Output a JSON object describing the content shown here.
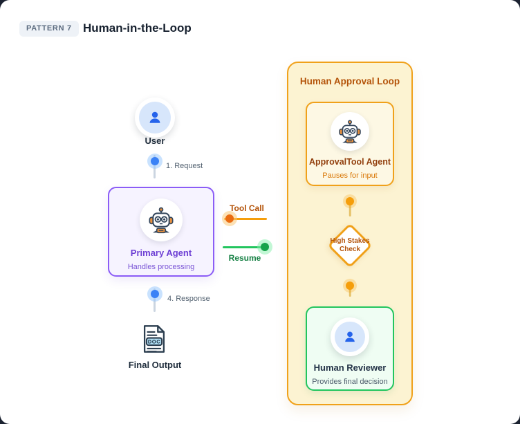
{
  "header": {
    "badge": "PATTERN 7",
    "title": "Human-in-the-Loop"
  },
  "flow": {
    "user": {
      "label": "User"
    },
    "request_step": "1. Request",
    "primary_agent": {
      "name": "Primary Agent",
      "desc": "Handles processing"
    },
    "response_step": "4. Response",
    "final_output": {
      "label": "Final Output",
      "doc_badge": "DOC"
    }
  },
  "links": {
    "tool_call": "Tool Call",
    "resume": "Resume"
  },
  "approval_loop": {
    "title": "Human Approval Loop",
    "agent": {
      "name": "ApprovalTool Agent",
      "desc": "Pauses for input"
    },
    "decision": {
      "line1": "High Stakes",
      "line2": "Check"
    },
    "reviewer": {
      "name": "Human Reviewer",
      "desc": "Provides final decision"
    }
  },
  "icons": {
    "user": "user-icon",
    "robot": "robot-icon",
    "doc": "doc-icon"
  },
  "colors": {
    "frame_bg": "#1b2230",
    "purple_accent": "#8b5cf6",
    "orange_accent": "#f59e0b",
    "green_accent": "#22c55e",
    "blue_accent": "#3b82f6",
    "amber_text": "#b45309",
    "loop_bg": "#fcf3d2"
  }
}
